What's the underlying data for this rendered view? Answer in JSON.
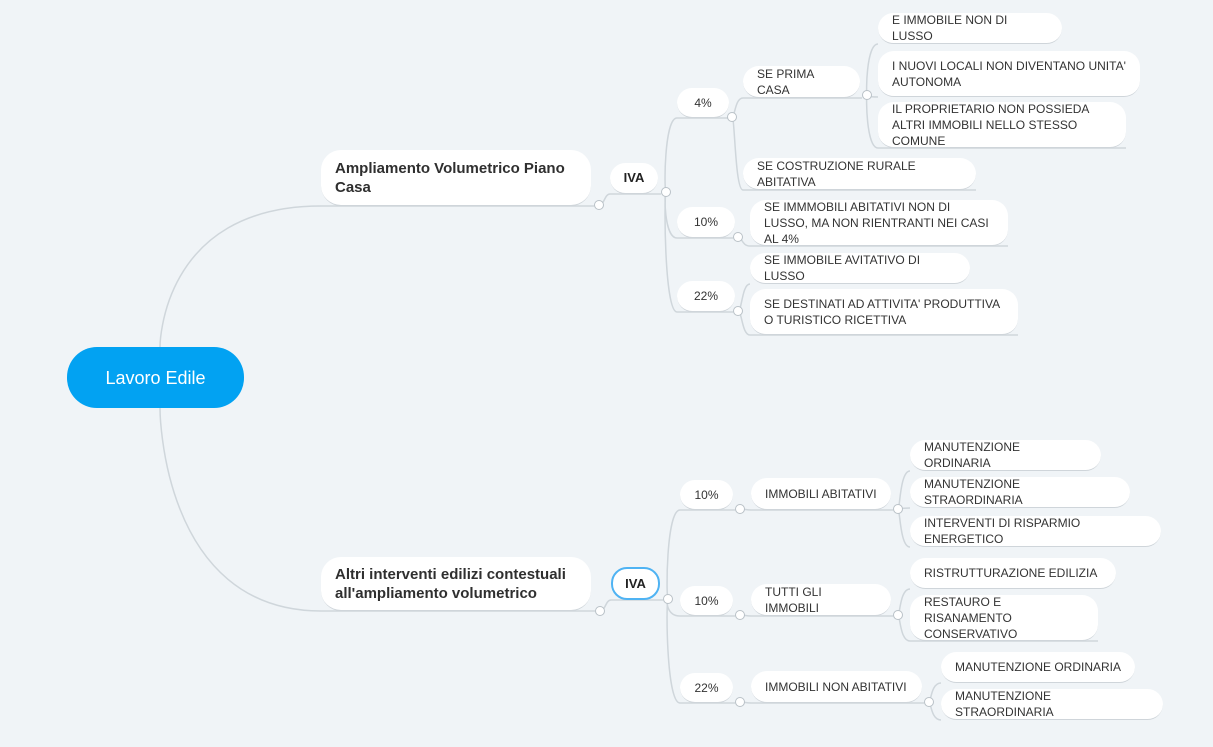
{
  "root": {
    "label": "Lavoro Edile",
    "color": "#02a2f2"
  },
  "branches": [
    {
      "topic": "Ampliamento Volumetrico Piano Casa",
      "iva": "IVA",
      "rates": [
        {
          "rate": "4%",
          "children": [
            {
              "label": "SE PRIMA CASA",
              "children": [
                {
                  "label": "E IMMOBILE NON DI LUSSO"
                },
                {
                  "label": "I NUOVI LOCALI NON DIVENTANO UNITA' AUTONOMA"
                },
                {
                  "label": "IL PROPRIETARIO NON POSSIEDA ALTRI IMMOBILI NELLO STESSO COMUNE"
                }
              ]
            },
            {
              "label": "SE COSTRUZIONE RURALE ABITATIVA"
            }
          ]
        },
        {
          "rate": "10%",
          "children": [
            {
              "label": "SE IMMMOBILI ABITATIVI NON DI LUSSO, MA NON RIENTRANTI NEI CASI AL 4%"
            }
          ]
        },
        {
          "rate": "22%",
          "children": [
            {
              "label": "SE IMMOBILE AVITATIVO DI LUSSO"
            },
            {
              "label": "SE DESTINATI AD ATTIVITA' PRODUTTIVA O TURISTICO RICETTIVA"
            }
          ]
        }
      ]
    },
    {
      "topic": "Altri interventi edilizi contestuali all'ampliamento volumetrico",
      "iva": "IVA",
      "rates": [
        {
          "rate": "10%",
          "children": [
            {
              "label": "IMMOBILI ABITATIVI",
              "children": [
                {
                  "label": "MANUTENZIONE ORDINARIA"
                },
                {
                  "label": "MANUTENZIONE STRAORDINARIA"
                },
                {
                  "label": "INTERVENTI DI RISPARMIO ENERGETICO"
                }
              ]
            }
          ]
        },
        {
          "rate": "10%",
          "children": [
            {
              "label": "TUTTI GLI IMMOBILI",
              "children": [
                {
                  "label": "RISTRUTTURAZIONE EDILIZIA"
                },
                {
                  "label": "RESTAURO E RISANAMENTO CONSERVATIVO"
                }
              ]
            }
          ]
        },
        {
          "rate": "22%",
          "children": [
            {
              "label": "IMMOBILI NON ABITATIVI",
              "children": [
                {
                  "label": "MANUTENZIONE ORDINARIA"
                },
                {
                  "label": "MANUTENZIONE STRAORDINARIA"
                }
              ]
            }
          ]
        }
      ]
    }
  ]
}
